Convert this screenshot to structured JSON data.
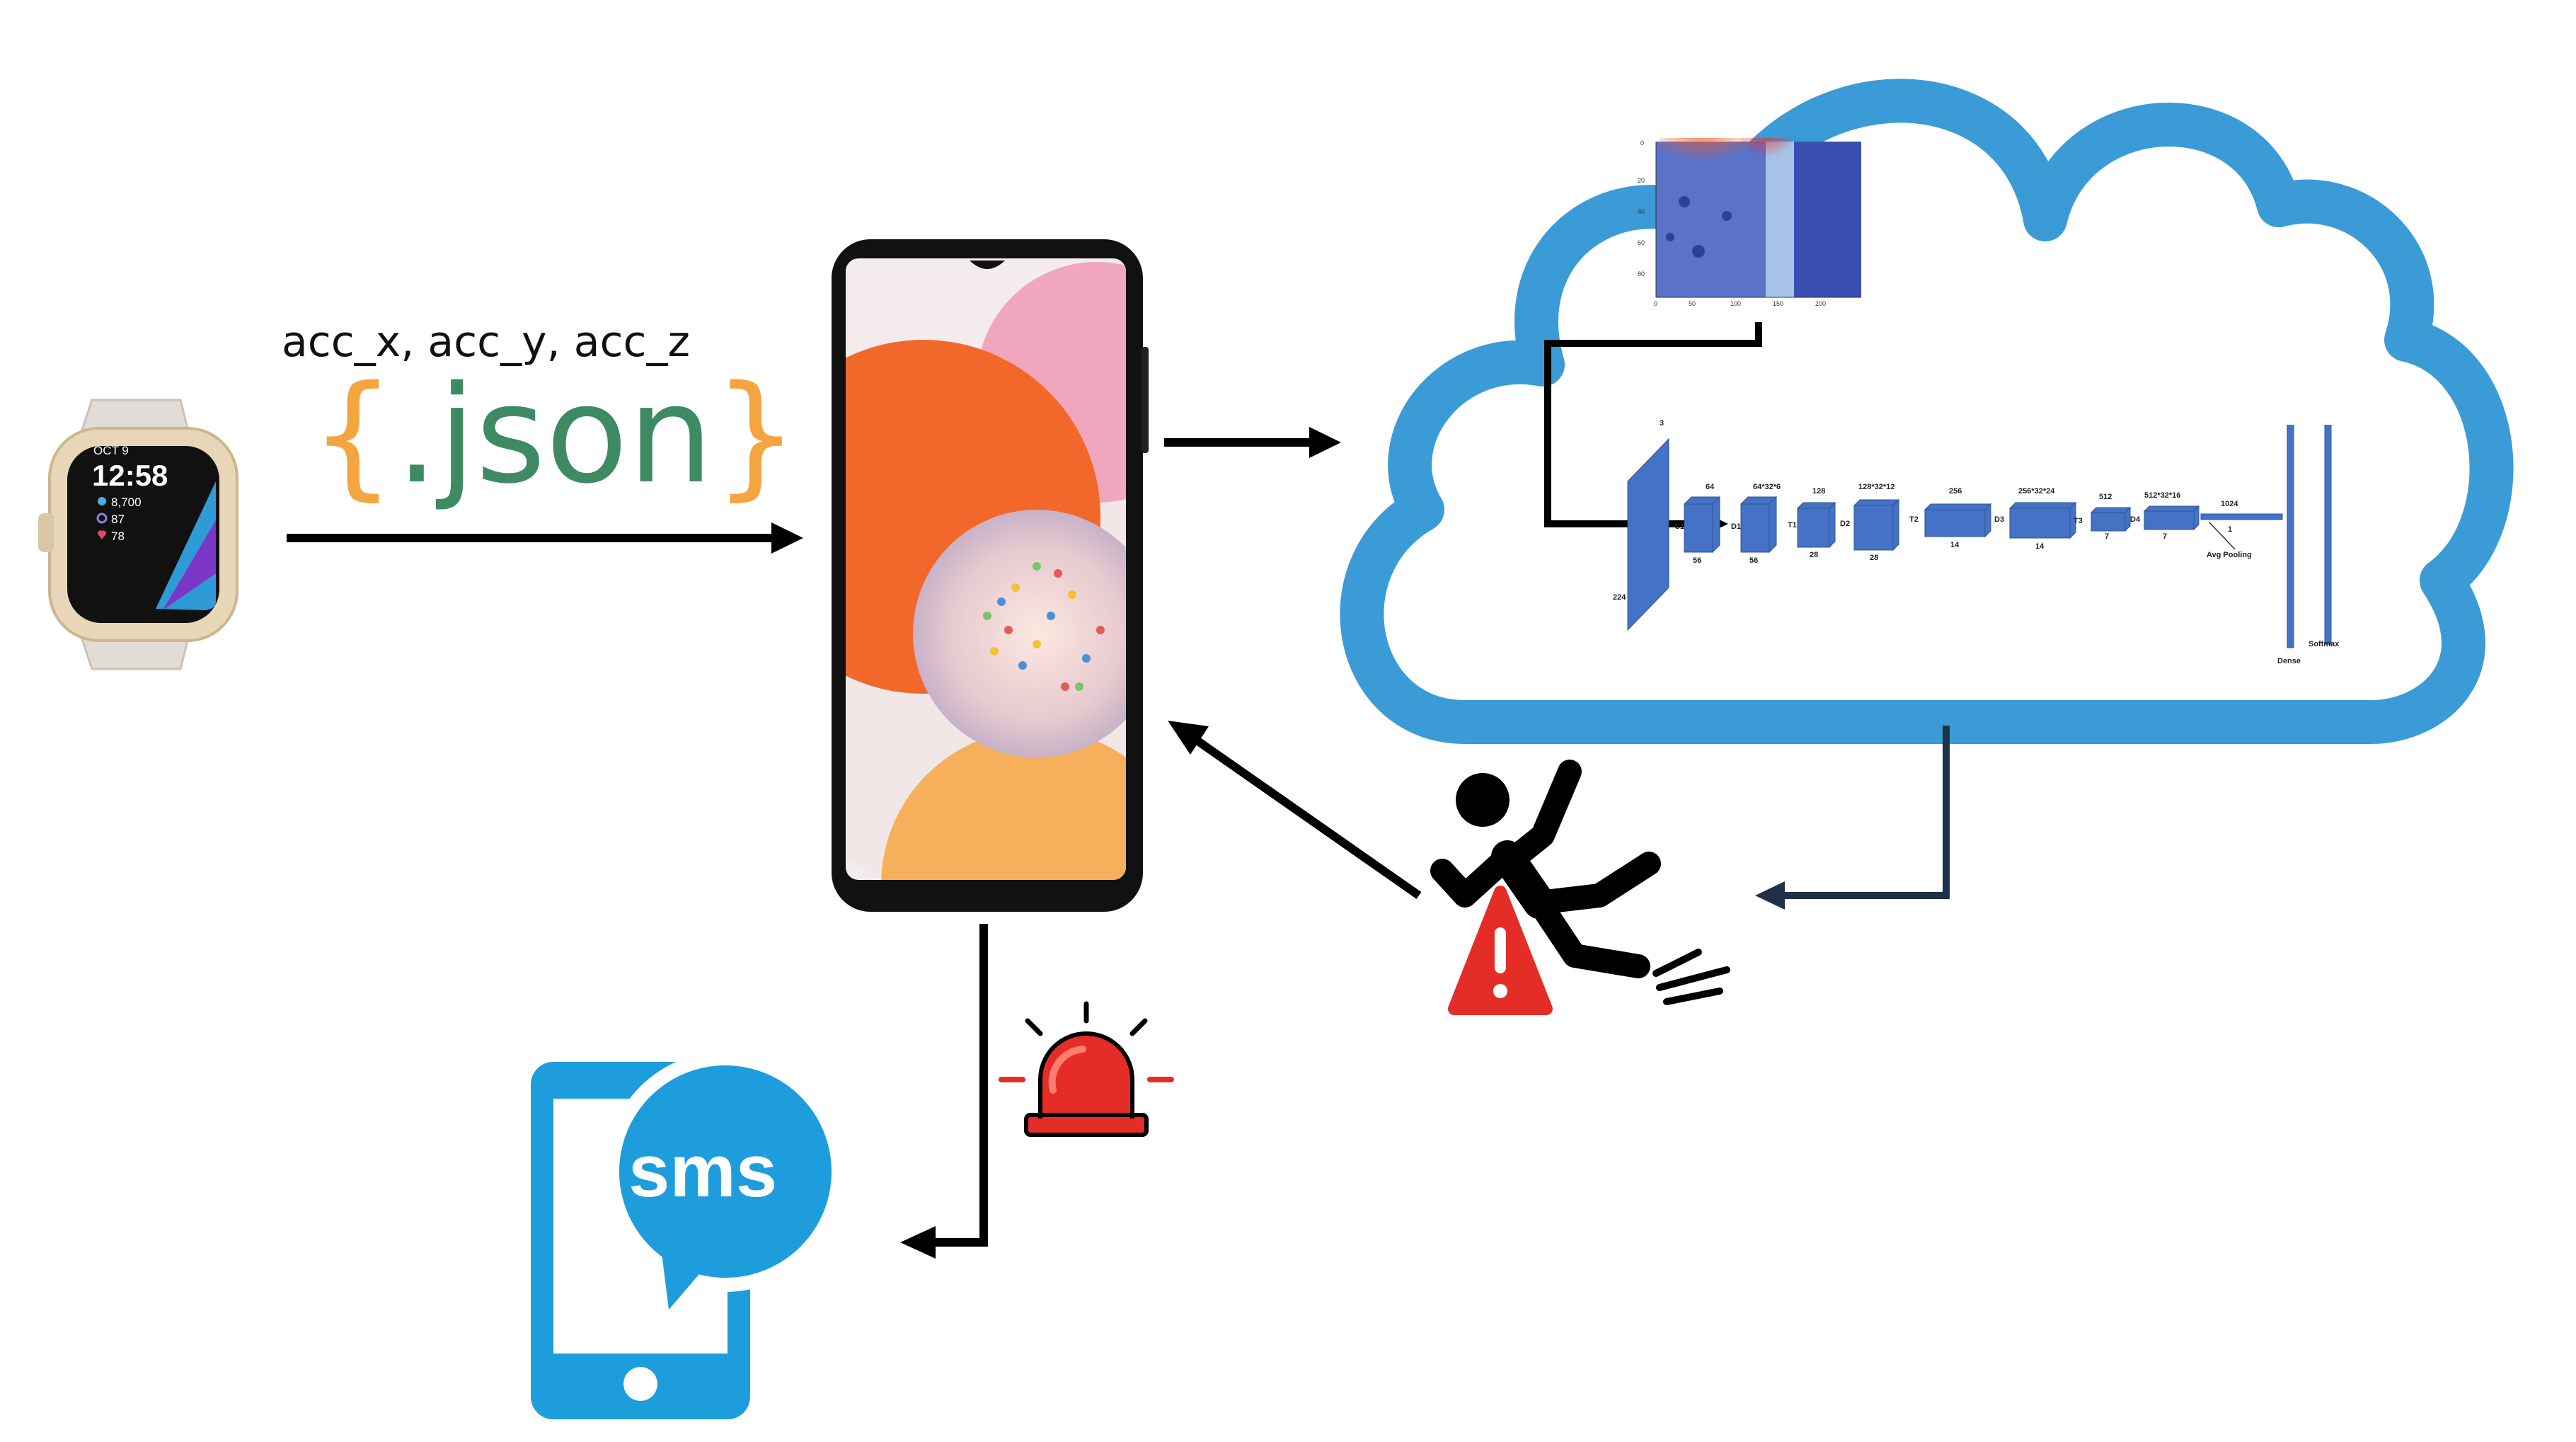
{
  "sensor_label": "acc_x, acc_y, acc_z",
  "json_badge": {
    "open_brace": "{",
    "word": ".json",
    "close_brace": "}"
  },
  "watch": {
    "date": "OCT 9",
    "time": "12:58",
    "steps": "8,700",
    "floors": "87",
    "heart_rate": "78"
  },
  "sms_label": "sms",
  "heatmap": {
    "y_ticks": [
      "0",
      "20",
      "40",
      "60",
      "80"
    ],
    "x_ticks": [
      "0",
      "50",
      "100",
      "150",
      "200"
    ]
  },
  "cnn": {
    "input": {
      "channels": "3",
      "size": "224"
    },
    "layers": [
      {
        "stage": "C1",
        "top": "64",
        "bottom": "56"
      },
      {
        "stage": "D1",
        "top": "64*32*6",
        "bottom": "56"
      },
      {
        "stage": "T1",
        "top": "128",
        "bottom": "28"
      },
      {
        "stage": "D2",
        "top": "128*32*12",
        "bottom": "28"
      },
      {
        "stage": "T2",
        "top": "256",
        "bottom": "14"
      },
      {
        "stage": "D3",
        "top": "256*32*24",
        "bottom": "14"
      },
      {
        "stage": "T3",
        "top": "512",
        "bottom": "7"
      },
      {
        "stage": "D4",
        "top": "512*32*16",
        "bottom": "7"
      }
    ],
    "pool": {
      "top": "1024",
      "bottom": "1",
      "name": "Avg Pooling"
    },
    "dense_label": "Dense",
    "softmax_label": "Softmax"
  },
  "colors": {
    "cloud": "#3a9bd7",
    "cnn_block": "#4472c4",
    "sms": "#1e9ddc",
    "alert_red": "#e52d27",
    "arrow": "#000000",
    "return_arrow": "#1f3146"
  }
}
